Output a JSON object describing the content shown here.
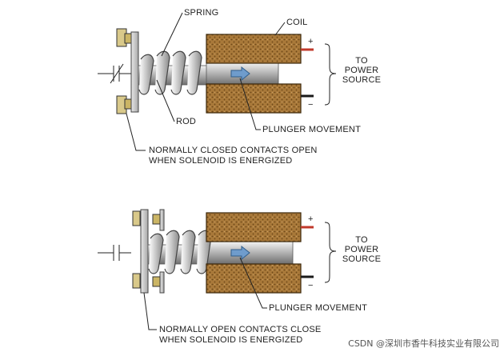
{
  "top": {
    "spring_label": "SPRING",
    "coil_label": "COIL",
    "rod_label": "ROD",
    "plunger_label": "PLUNGER MOVEMENT",
    "power_source_lines": [
      "TO",
      "POWER",
      "SOURCE"
    ],
    "plus_sign": "+",
    "minus_sign": "−",
    "caption_lines": [
      "NORMALLY CLOSED CONTACTS OPEN",
      "WHEN SOLENOID IS ENERGIZED"
    ]
  },
  "bottom": {
    "plunger_label": "PLUNGER MOVEMENT",
    "power_source_lines": [
      "TO",
      "POWER",
      "SOURCE"
    ],
    "plus_sign": "+",
    "minus_sign": "−",
    "caption_lines": [
      "NORMALLY OPEN CONTACTS CLOSE",
      "WHEN SOLENOID IS ENERGIZED"
    ]
  },
  "watermark": "CSDN @深圳市香牛科技实业有限公司",
  "colors": {
    "coil": "#a9793a",
    "coil_dots": "#6b4516",
    "contact": "#d9c98a",
    "plate": "#cfcfcf",
    "wire_red": "#c0392b",
    "wire_black": "#1a1a1a",
    "arrow": "#6f9ccc"
  }
}
